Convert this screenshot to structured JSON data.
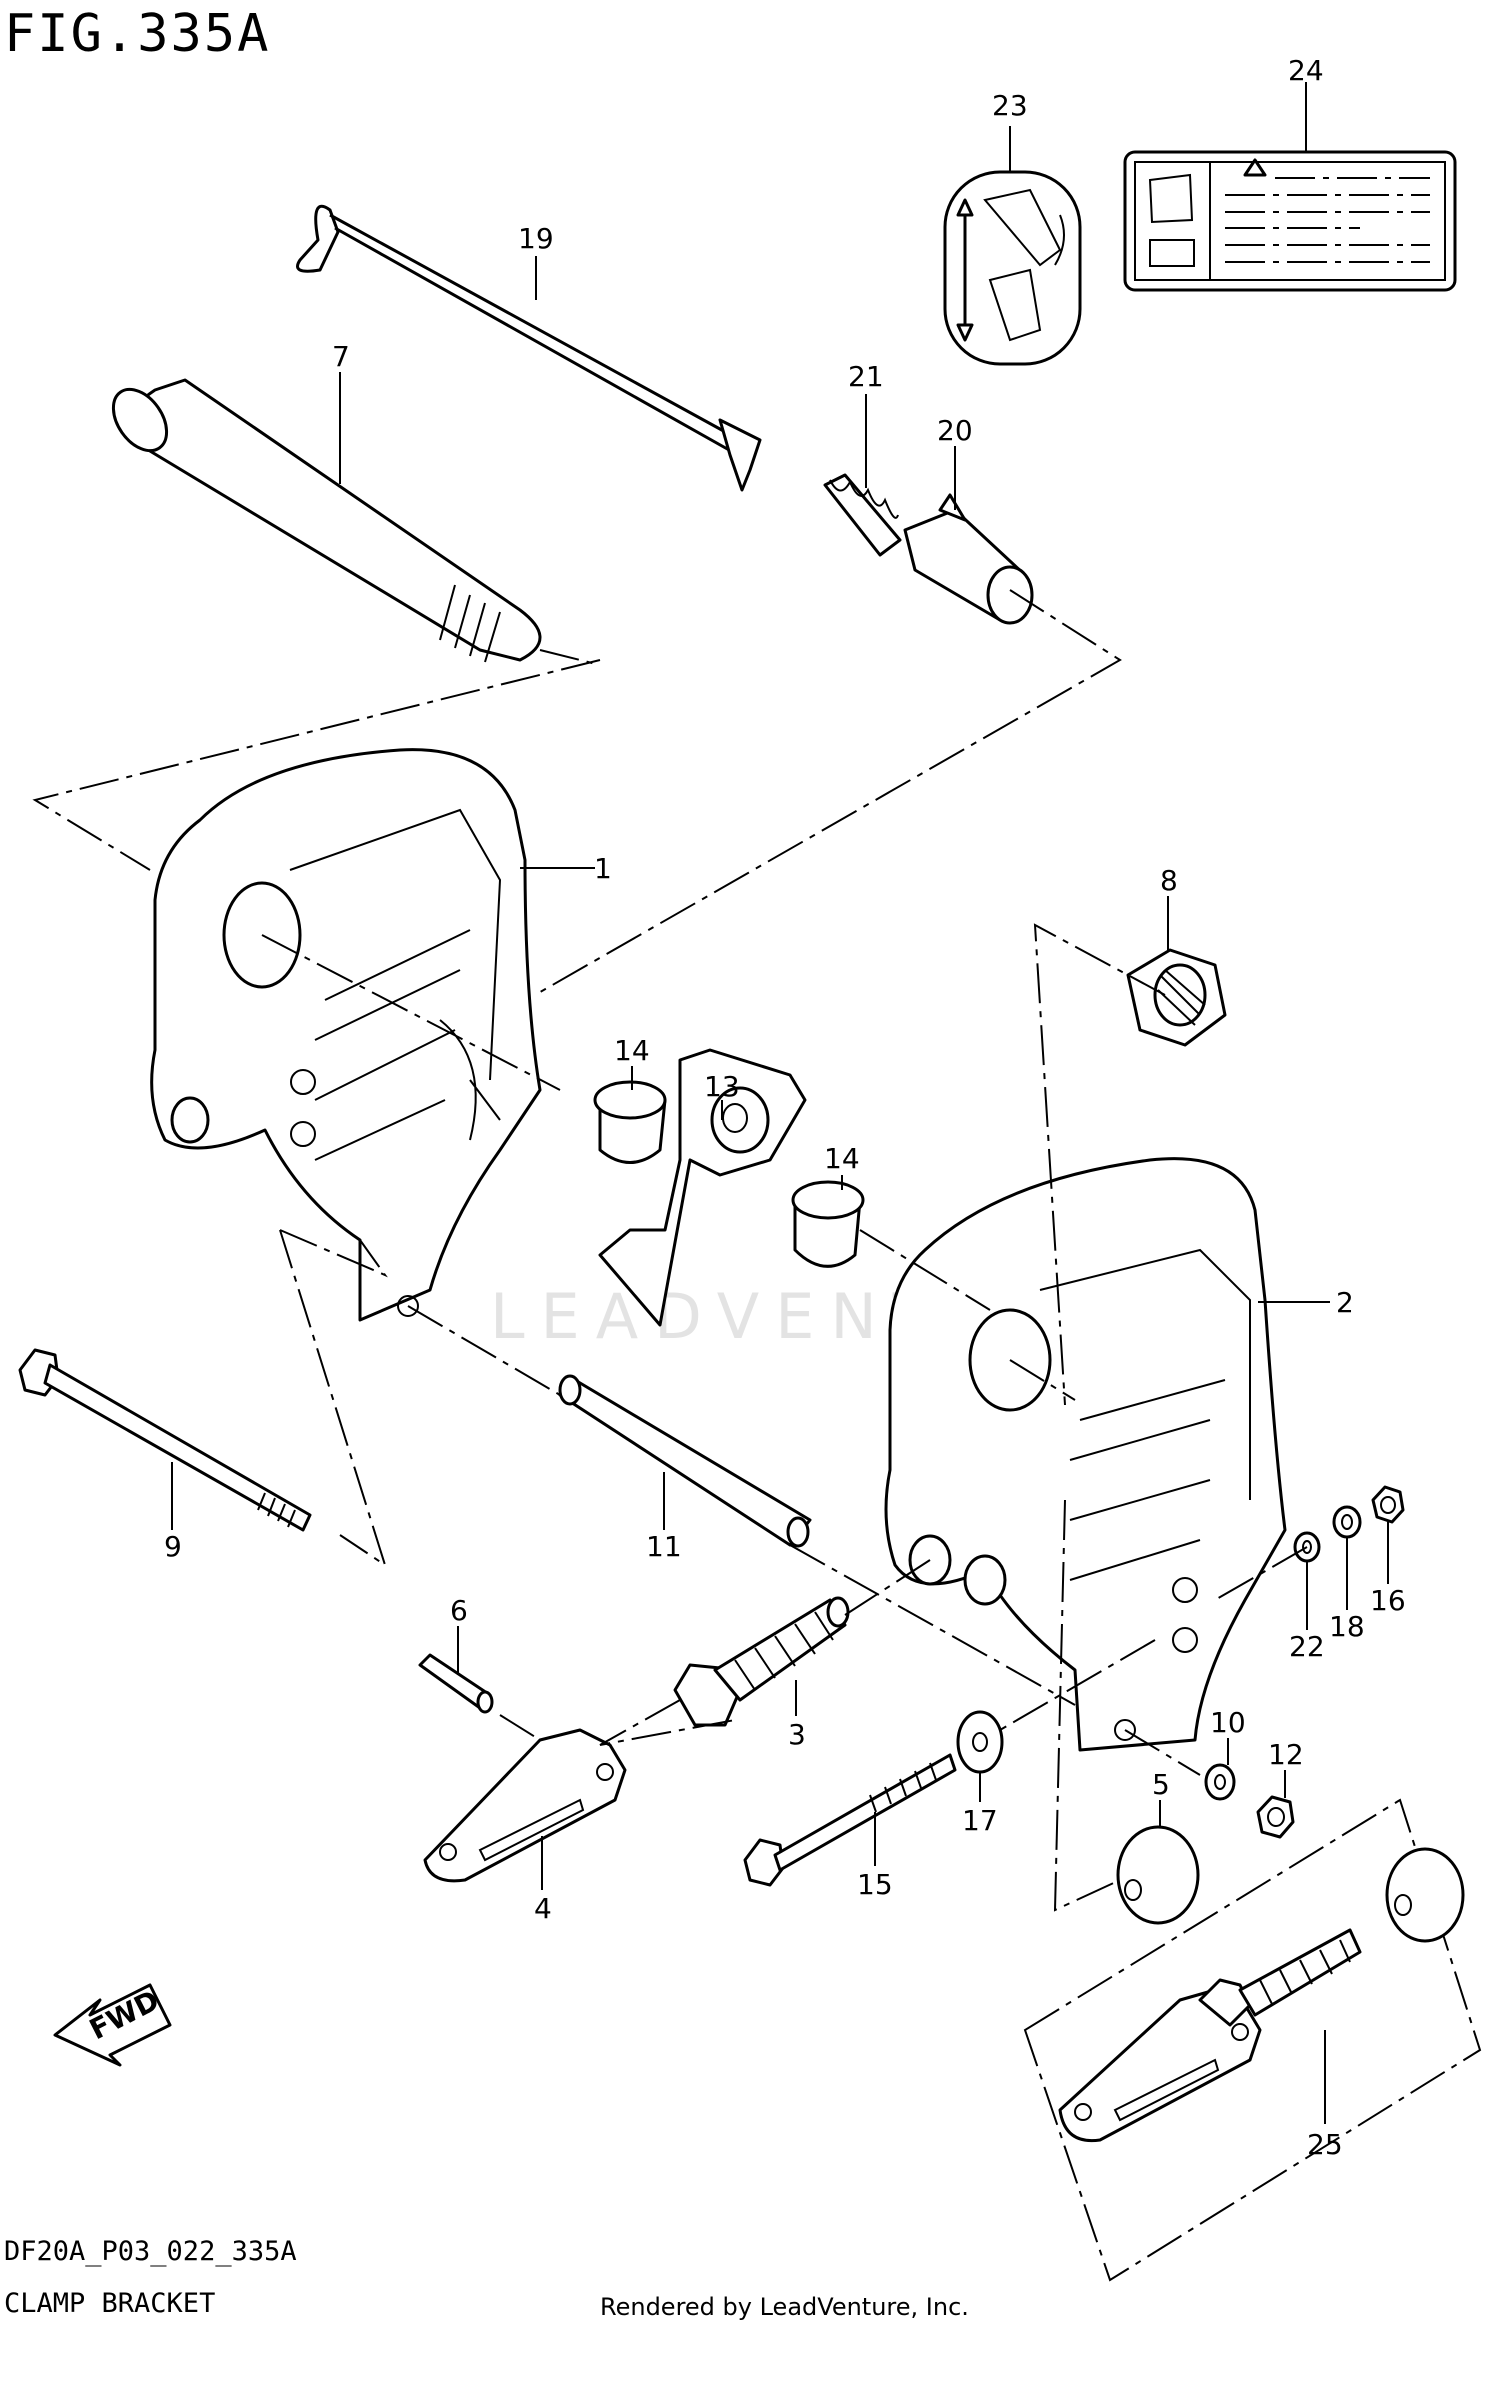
{
  "figure": {
    "title": "FIG.335A",
    "code": "DF20A_P03_022_335A",
    "name": "CLAMP BRACKET",
    "credit": "Rendered by LeadVenture, Inc.",
    "watermark": "LEADVENTURE"
  },
  "fwd_label": "FWD",
  "parts": [
    {
      "ref": "1"
    },
    {
      "ref": "2"
    },
    {
      "ref": "3"
    },
    {
      "ref": "4"
    },
    {
      "ref": "5"
    },
    {
      "ref": "6"
    },
    {
      "ref": "7"
    },
    {
      "ref": "8"
    },
    {
      "ref": "9"
    },
    {
      "ref": "10"
    },
    {
      "ref": "11"
    },
    {
      "ref": "12"
    },
    {
      "ref": "13"
    },
    {
      "ref": "14"
    },
    {
      "ref": "14"
    },
    {
      "ref": "15"
    },
    {
      "ref": "16"
    },
    {
      "ref": "17"
    },
    {
      "ref": "18"
    },
    {
      "ref": "19"
    },
    {
      "ref": "20"
    },
    {
      "ref": "21"
    },
    {
      "ref": "22"
    },
    {
      "ref": "23"
    },
    {
      "ref": "24"
    },
    {
      "ref": "25"
    }
  ]
}
